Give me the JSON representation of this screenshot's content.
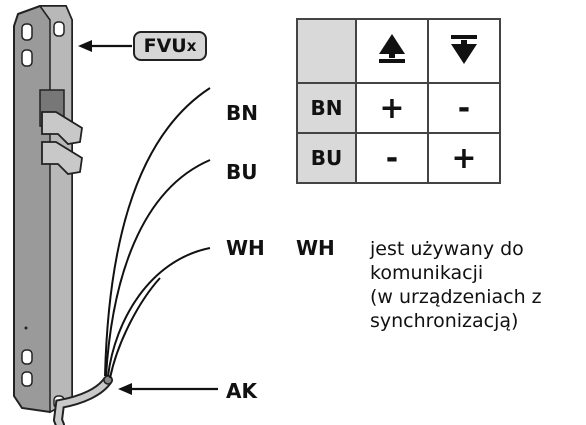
{
  "device_tag": {
    "main": "FVU",
    "sub": "x"
  },
  "wires": {
    "bn": "BN",
    "bu": "BU",
    "wh": "WH",
    "ak": "AK"
  },
  "polarity_table": {
    "header_icons": [
      "up-arrow-icon",
      "down-arrow-icon"
    ],
    "rows": [
      {
        "label": "BN",
        "up": "+",
        "down": "-"
      },
      {
        "label": "BU",
        "up": "-",
        "down": "+"
      }
    ]
  },
  "wh_note": {
    "label": "WH",
    "lines": [
      "jest używany do",
      "komunikacji",
      "(w urządzeniach z",
      "synchronizacją)"
    ]
  }
}
